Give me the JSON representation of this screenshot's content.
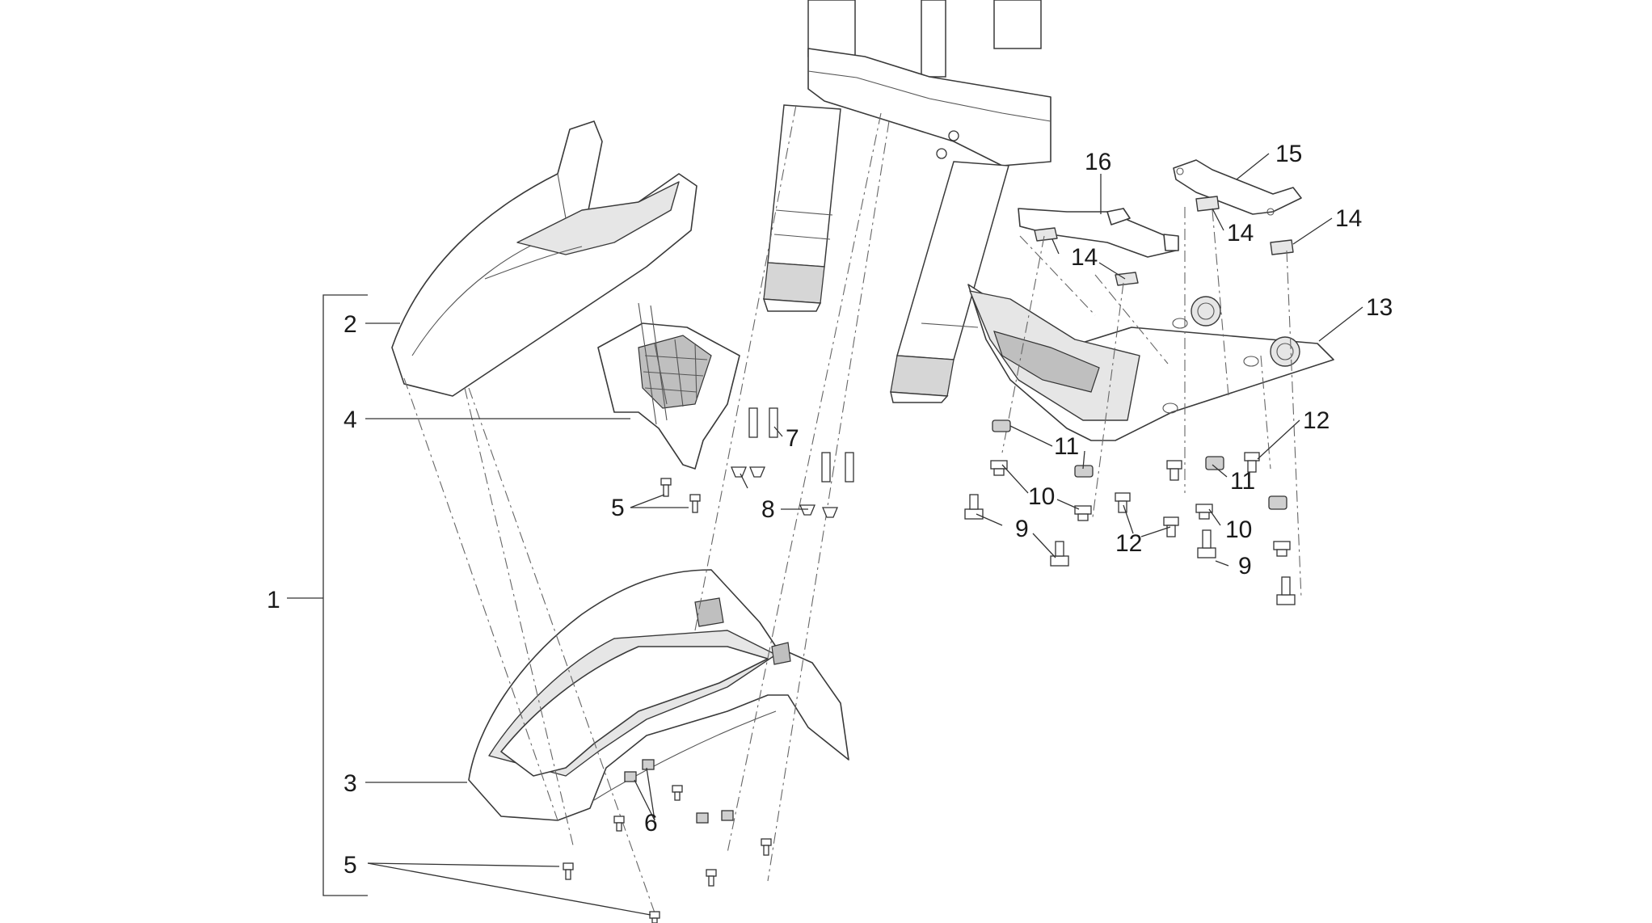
{
  "callouts": [
    {
      "id": "c1",
      "text": "1"
    },
    {
      "id": "c2",
      "text": "2"
    },
    {
      "id": "c3",
      "text": "3"
    },
    {
      "id": "c4",
      "text": "4"
    },
    {
      "id": "c5a",
      "text": "5"
    },
    {
      "id": "c5b",
      "text": "5"
    },
    {
      "id": "c6",
      "text": "6"
    },
    {
      "id": "c7",
      "text": "7"
    },
    {
      "id": "c8",
      "text": "8"
    },
    {
      "id": "c9a",
      "text": "9"
    },
    {
      "id": "c9b",
      "text": "9"
    },
    {
      "id": "c10a",
      "text": "10"
    },
    {
      "id": "c10b",
      "text": "10"
    },
    {
      "id": "c11a",
      "text": "11"
    },
    {
      "id": "c11b",
      "text": "11"
    },
    {
      "id": "c12a",
      "text": "12"
    },
    {
      "id": "c12b",
      "text": "12"
    },
    {
      "id": "c13",
      "text": "13"
    },
    {
      "id": "c14a",
      "text": "14"
    },
    {
      "id": "c14b",
      "text": "14"
    },
    {
      "id": "c14c",
      "text": "14"
    },
    {
      "id": "c15",
      "text": "15"
    },
    {
      "id": "c16",
      "text": "16"
    }
  ]
}
